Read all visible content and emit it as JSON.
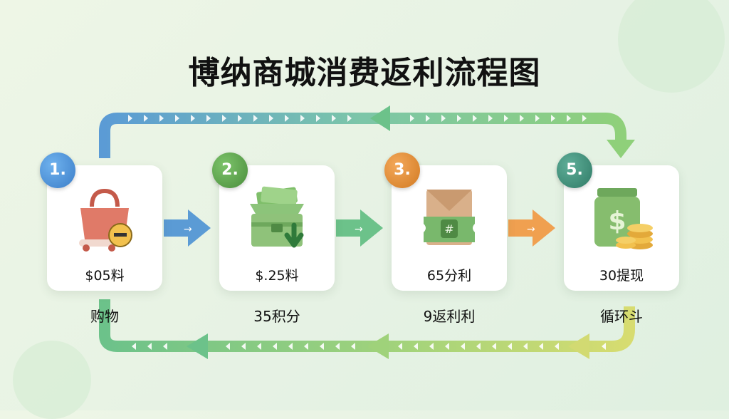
{
  "title": "博纳商城消费返利流程图",
  "colors": {
    "background": "#e8f3e4",
    "step1": "#4a90d9",
    "step2": "#5aa04a",
    "step3": "#e08a2e",
    "step5": "#3f8e7a",
    "arrow_blue": "#5b9bd5",
    "arrow_green": "#6cc28a",
    "arrow_orange": "#f0a050",
    "loop_green": "#8fd07a"
  },
  "steps": [
    {
      "badge": "1.",
      "value": "$05料",
      "label": "购物",
      "icon": "shopping-bag-icon"
    },
    {
      "badge": "2.",
      "value": "$.25料",
      "label": "35积分",
      "icon": "cash-box-icon"
    },
    {
      "badge": "3.",
      "value": "65分利",
      "label": "9返利利",
      "icon": "envelope-ticket-icon"
    },
    {
      "badge": "5.",
      "value": "30提现",
      "label": "循环斗",
      "icon": "money-jar-coins-icon"
    }
  ]
}
